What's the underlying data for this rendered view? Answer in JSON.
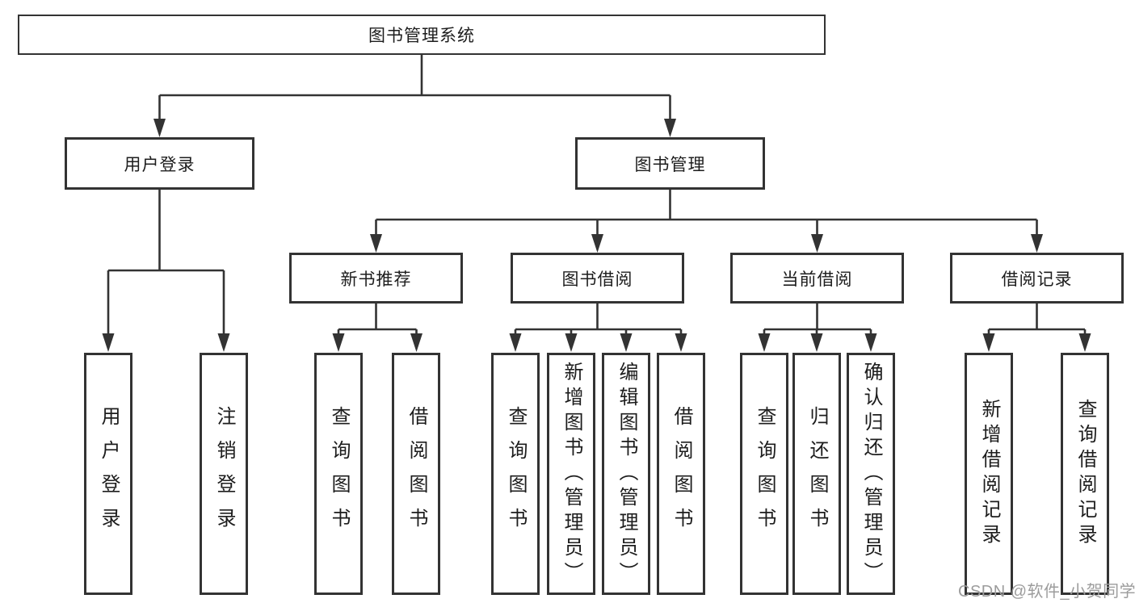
{
  "colors": {
    "line": "#333333",
    "ink": "#1d1d1d",
    "wm": "#9c9c9c",
    "bg": "#ffffff"
  },
  "watermark": "CSDN @软件_小贺同学",
  "tree": {
    "root": {
      "label": "图书管理系统"
    },
    "level2": [
      {
        "label": "用户登录"
      },
      {
        "label": "图书管理"
      }
    ],
    "level3": [
      {
        "label": "新书推荐"
      },
      {
        "label": "图书借阅"
      },
      {
        "label": "当前借阅"
      },
      {
        "label": "借阅记录"
      }
    ],
    "leaves": {
      "user_login": [
        {
          "label": "用户登录"
        },
        {
          "label": "注销登录"
        }
      ],
      "new_book": [
        {
          "label": "查询图书"
        },
        {
          "label": "借阅图书"
        }
      ],
      "book_borrow": [
        {
          "label": "查询图书"
        },
        {
          "label": "新增图书（管理员）"
        },
        {
          "label": "编辑图书（管理员）"
        },
        {
          "label": "借阅图书"
        }
      ],
      "current_borrow": [
        {
          "label": "查询图书"
        },
        {
          "label": "归还图书"
        },
        {
          "label": "确认归还（管理员）"
        }
      ],
      "borrow_record": [
        {
          "label": "新增借阅记录"
        },
        {
          "label": "查询借阅记录"
        }
      ]
    }
  }
}
